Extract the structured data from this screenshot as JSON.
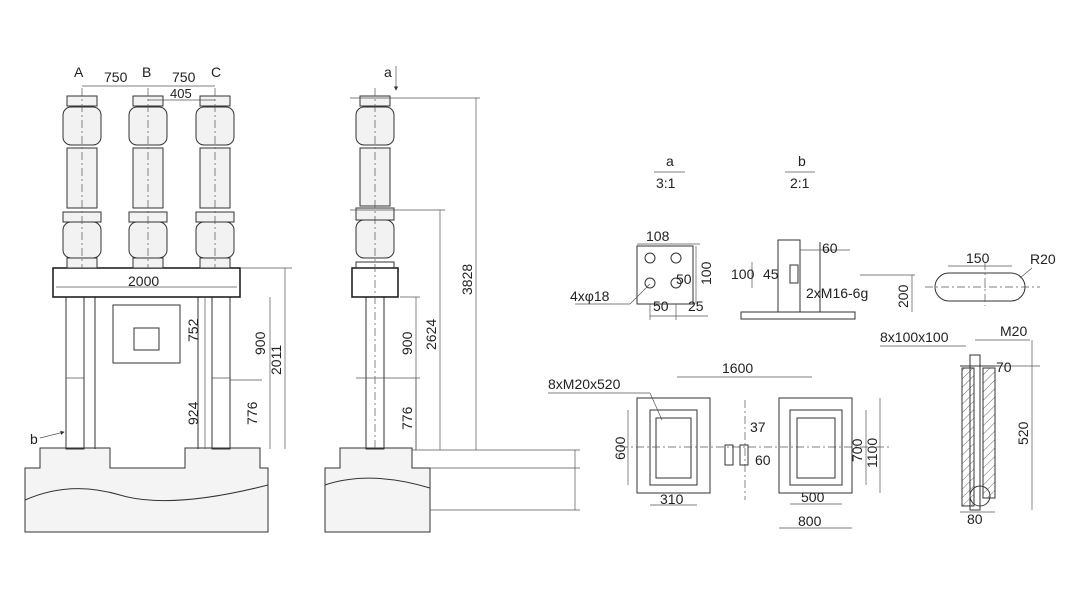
{
  "colors": {
    "line": "#333333",
    "background": "#ffffff",
    "fill": "#f2f2f2"
  },
  "front": {
    "phase_a": "A",
    "phase_b": "B",
    "phase_c": "C",
    "dim_ab": "750",
    "dim_bc": "750",
    "dim_top_offset": "405",
    "dim_width": "2000",
    "dim_box": "752",
    "dim_900": "900",
    "dim_2011": "2011",
    "dim_924": "924",
    "dim_776": "776",
    "label_b": "b"
  },
  "side": {
    "label_a": "a",
    "dim_3828": "3828",
    "dim_2624": "2624",
    "dim_900": "900",
    "dim_776": "776"
  },
  "detail_a": {
    "label": "a",
    "scale": "3:1",
    "dim_108": "108",
    "dim_100": "100",
    "dim_50r": "50",
    "dim_50": "50",
    "dim_25": "25",
    "holes": "4xφ18"
  },
  "detail_b": {
    "label": "b",
    "scale": "2:1",
    "dim_60": "60",
    "dim_100": "100",
    "dim_45": "45",
    "bolts": "2xM16-6g",
    "dim_200": "200"
  },
  "slot": {
    "dim_150": "150",
    "radius": "R20"
  },
  "anchor": {
    "plate": "8x100x100",
    "bolt": "M20",
    "dim_70": "70",
    "dim_520": "520",
    "dim_80": "80"
  },
  "foundation": {
    "bolts": "8xM20x520",
    "dim_1600": "1600",
    "dim_600": "600",
    "dim_310": "310",
    "dim_37": "37",
    "dim_60": "60",
    "dim_700": "700",
    "dim_1100": "1100",
    "dim_500": "500",
    "dim_800": "800"
  }
}
